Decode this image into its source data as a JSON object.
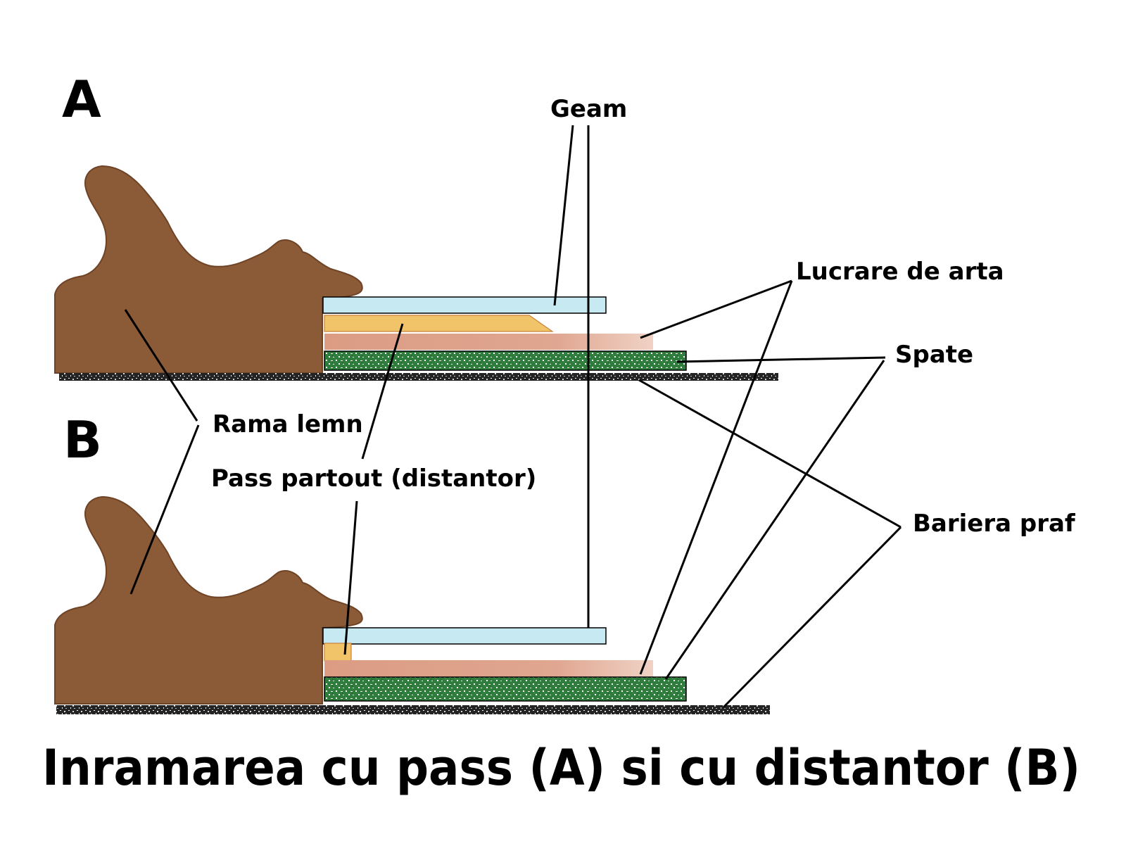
{
  "panels": {
    "a": "A",
    "b": "B"
  },
  "labels": {
    "glass": "Geam",
    "artwork": "Lucrare de arta",
    "backing": "Spate",
    "frame": "Rama lemn",
    "spacer": "Pass partout (distantor)",
    "dust_barrier": "Bariera praf"
  },
  "caption": "Inramarea cu pass (A) si cu distantor (B)",
  "colors": {
    "frame": "#8b5a36",
    "glass": "#c7eaf2",
    "mat": "#f2c46a",
    "artwork": "#dc9c84",
    "backing": "#2e7a3a",
    "dust_barrier": "#1e1e1e"
  }
}
